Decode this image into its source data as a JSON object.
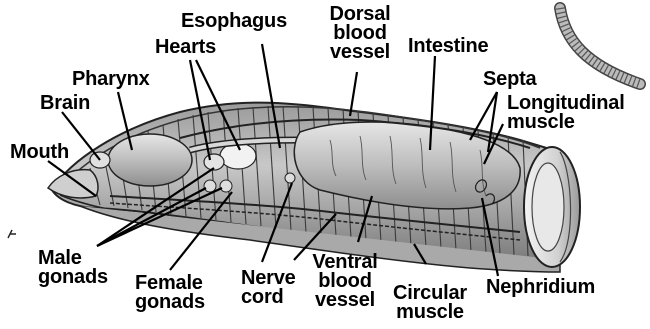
{
  "labels": {
    "mouth": "Mouth",
    "brain": "Brain",
    "pharynx": "Pharynx",
    "hearts": "Hearts",
    "esophagus": "Esophagus",
    "dorsal_blood_vessel": "Dorsal\nblood\nvessel",
    "intestine": "Intestine",
    "septa": "Septa",
    "longitudinal_muscle": "Longitudinal\nmuscle",
    "male_gonads": "Male\ngonads",
    "female_gonads": "Female\ngonads",
    "nerve_cord": "Nerve\ncord",
    "ventral_blood_vessel": "Ventral\nblood\nvessel",
    "circular_muscle": "Circular\nmuscle",
    "nephridium": "Nephridium"
  }
}
